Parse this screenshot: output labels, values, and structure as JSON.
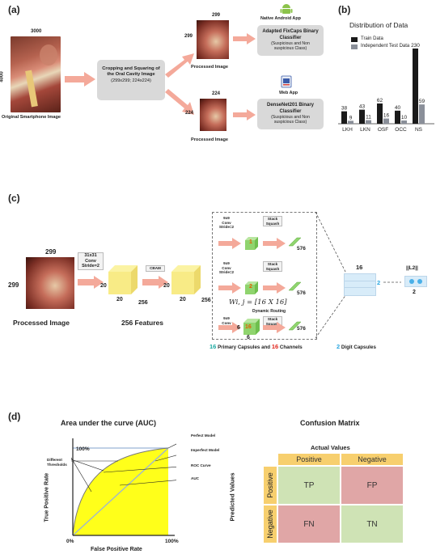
{
  "panel_a": {
    "label": "(a)",
    "orig_width": "3000",
    "orig_height": "4000",
    "orig_caption": "Original Smartphone Image",
    "crop_box": "Cropping and Squaring of the Oral Cavity Image",
    "crop_dims": "(299x299; 224x224)",
    "top_size_w": "299",
    "top_size_h": "299",
    "top_caption": "Processed Image",
    "bottom_size_w": "224",
    "bottom_size_h": "224",
    "bottom_caption": "Processed Image",
    "android_label": "Native Android App",
    "fixcaps_title": "Adapted FixCaps Binary Classifier",
    "fixcaps_sub": "(Suspicious and Non suspicious Class)",
    "web_label": "Web App",
    "densenet_title": "DenseNet201 Binary Classifier",
    "densenet_sub": "(Suspicious and Non suspicious Class)"
  },
  "panel_b": {
    "label": "(b)",
    "title": "Distribution of Data",
    "legend": [
      "Train Data",
      "Independent Test Data"
    ],
    "colors": {
      "train": "#1a1a1a",
      "test": "#8a8f99"
    }
  },
  "chart_data": {
    "type": "bar",
    "title": "Distribution of Data",
    "categories": [
      "LKH",
      "LKN",
      "OSF",
      "OCC",
      "NS"
    ],
    "series": [
      {
        "name": "Train Data",
        "values": [
          38,
          43,
          62,
          40,
          230
        ]
      },
      {
        "name": "Independent Test Data",
        "values": [
          9,
          11,
          16,
          10,
          59
        ]
      }
    ],
    "legend": "top-left",
    "grid": false
  },
  "panel_c": {
    "label": "(c)",
    "in_w": "299",
    "in_h": "299",
    "in_caption": "Processed Image",
    "conv_label": "31x31 Conv Stride=2",
    "feat_w": "20",
    "feat_h": "20",
    "feat_d": "256",
    "feat_caption": "256 Features",
    "cbam_label": "CBAM",
    "feat2_w": "20",
    "feat2_h": "20",
    "feat2_d": "256",
    "conv9": "9x9 Conv Stride=2",
    "stack": "Stack Squash",
    "cap_1": "1",
    "cap_2": "2",
    "cap_16": "16",
    "out_576": "576",
    "dim6a": "6",
    "dim6b": "6",
    "weights": "Wi, j = [16 X 16]",
    "routing": "Dynamic Routing",
    "primary_num1": "16",
    "primary_text1": "Primary Capsules and",
    "primary_num2": "16",
    "primary_text2": "Channels",
    "digit_16": "16",
    "digit_2": "2",
    "digit_num": "2",
    "digit_text": "Digit Capsules",
    "norm_label": "||L2||",
    "norm_out": "2"
  },
  "panel_d": {
    "label": "(d)",
    "auc_title": "Area under the curve (AUC)",
    "y_axis": "True Positive Rate",
    "x_axis": "False Positive Rate",
    "y_100": "100%",
    "x_0": "0%",
    "x_100": "100%",
    "perfect": "Perfect Model",
    "imperfect": "Imperfect Model",
    "roc": "ROC Curve",
    "auc": "AUC",
    "thresholds": "Different Thresholds",
    "cm_title": "Confusion Matrix",
    "actual": "Actual Values",
    "predicted": "Predicted Values",
    "positive": "Positive",
    "negative": "Negative",
    "tp": "TP",
    "fp": "FP",
    "fn": "FN",
    "tn": "TN"
  }
}
